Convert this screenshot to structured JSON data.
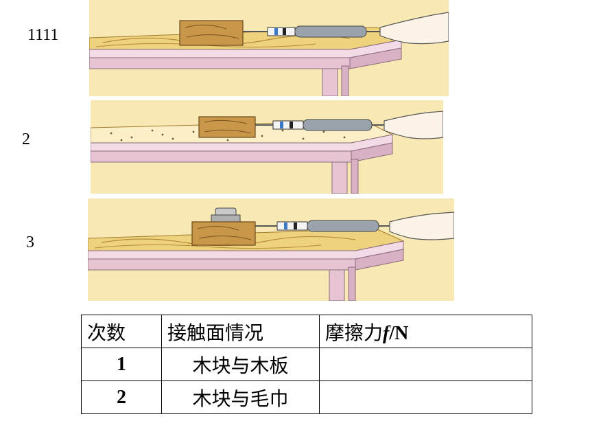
{
  "labels": [
    "1111",
    "2",
    "3"
  ],
  "table": {
    "headers": {
      "count": "次数",
      "surface": "接触面情况",
      "friction_prefix": "摩擦力",
      "friction_symbol": "f",
      "friction_unit": "/N"
    },
    "rows": [
      {
        "num": "1",
        "surface": "木块与木板",
        "friction": ""
      },
      {
        "num": "2",
        "surface": "木块与毛巾",
        "friction": ""
      }
    ]
  },
  "colors": {
    "background": "#f8e9b4",
    "wood_top": "#f0d98a",
    "table_leg": "#e8c7d7",
    "block": "#c99a4a",
    "gauge": "#909aa5"
  }
}
